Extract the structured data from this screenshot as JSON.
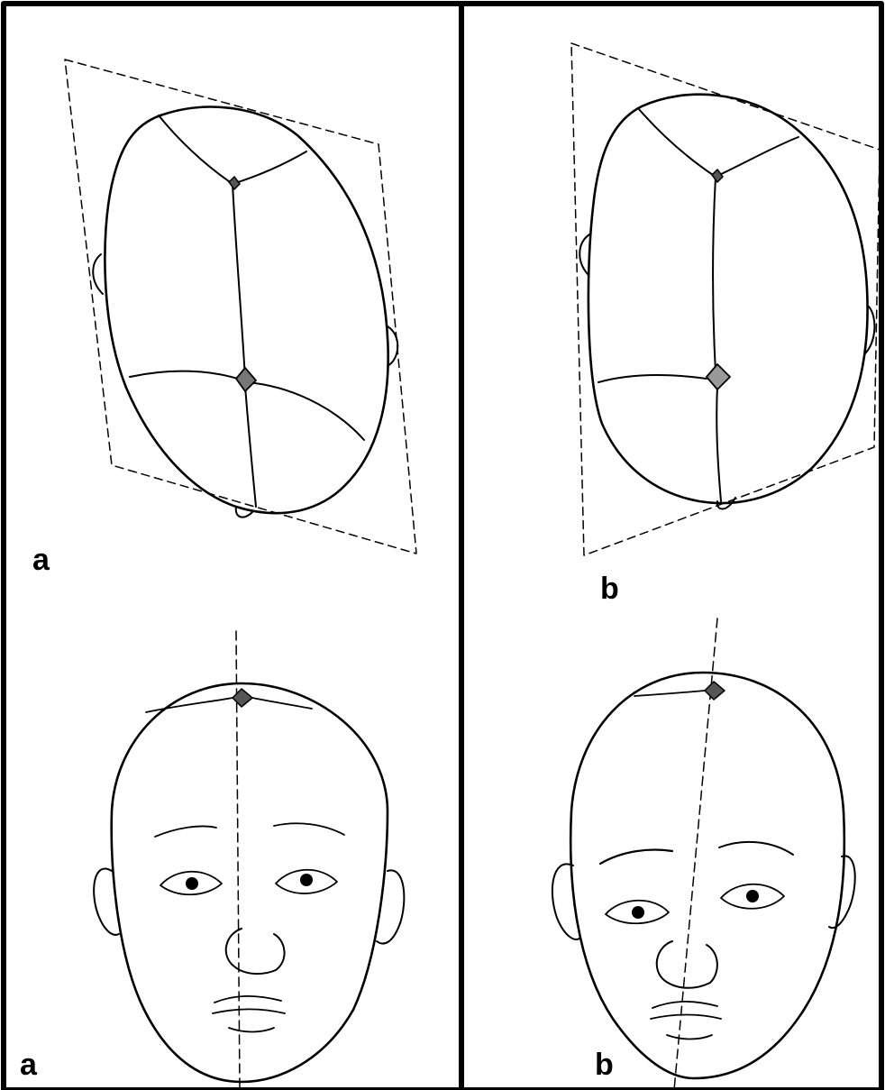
{
  "figure": {
    "panels": [
      {
        "id": "a-top",
        "label": "a"
      },
      {
        "id": "b-top",
        "label": "b"
      },
      {
        "id": "a-bottom",
        "label": "a"
      },
      {
        "id": "b-bottom",
        "label": "b"
      }
    ]
  },
  "colors": {
    "line": "#000000",
    "background": "#ffffff"
  }
}
